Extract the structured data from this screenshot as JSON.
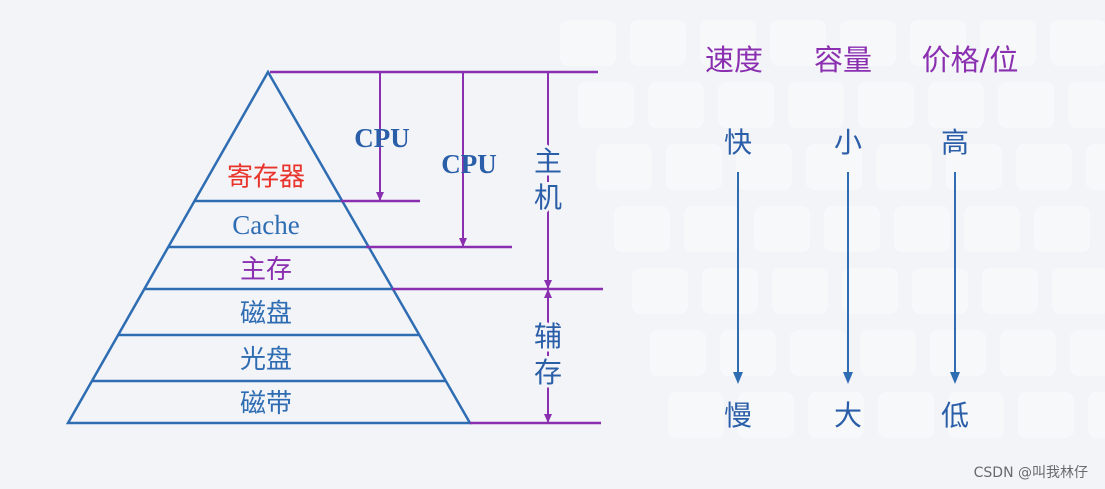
{
  "colors": {
    "blue": "#2f6db3",
    "purple": "#8a2fb0",
    "red": "#e8342a",
    "text_blue": "#2b5ea8",
    "watermark": "#6a6a6a"
  },
  "pyramid": {
    "levels": [
      {
        "label": "寄存器",
        "color": "red"
      },
      {
        "label": "Cache",
        "color": "blue"
      },
      {
        "label": "主存",
        "color": "purple"
      },
      {
        "label": "磁盘",
        "color": "blue"
      },
      {
        "label": "光盘",
        "color": "blue"
      },
      {
        "label": "磁带",
        "color": "blue"
      }
    ]
  },
  "brackets": {
    "cpu_inner": "CPU",
    "cpu_outer": "CPU",
    "host": "主\n机",
    "aux": "辅\n存"
  },
  "columns": [
    {
      "header": "速度",
      "top": "快",
      "bottom": "慢"
    },
    {
      "header": "容量",
      "top": "小",
      "bottom": "大"
    },
    {
      "header": "价格/位",
      "top": "高",
      "bottom": "低"
    }
  ],
  "watermark": "CSDN @叫我林仔"
}
